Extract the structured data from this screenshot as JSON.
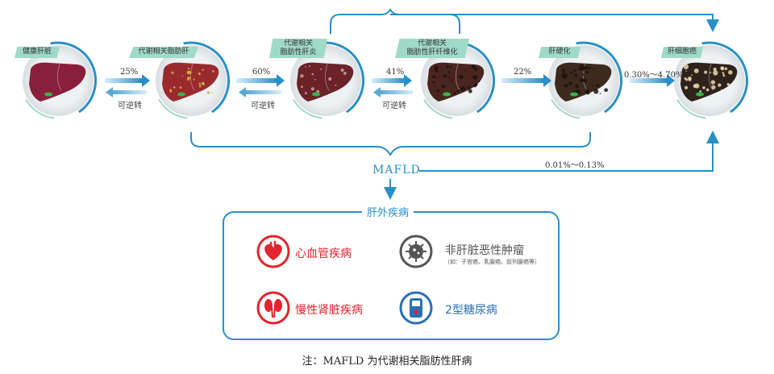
{
  "stages": [
    {
      "label": "健康肝脏"
    },
    {
      "label": "代谢相关脂肪肝"
    },
    {
      "label": "代谢相关\n脂肪性肝炎"
    },
    {
      "label": "代谢相关\n脂肪性肝纤维化"
    },
    {
      "label": "肝硬化"
    },
    {
      "label": "肝细胞癌"
    }
  ],
  "transitions": {
    "t1": "25%",
    "t2": "60%",
    "t3": "41%",
    "t4": "22%",
    "t5": "0.30%～4.70%",
    "mafld_to_hcc": "0.01%～0.13%",
    "reversible": "可逆转"
  },
  "mafld_label": "MAFLD",
  "extrahepatic": {
    "title": "肝外疾病",
    "items": [
      {
        "label": "心血管疾病",
        "icon": "heart-icon",
        "color": "#e0262e"
      },
      {
        "label": "非肝脏恶性肿瘤",
        "note": "（如：子宫癌、乳腺癌、前列腺癌等）",
        "icon": "tumor-cell-icon",
        "color": "#555555"
      },
      {
        "label": "慢性肾脏疾病",
        "icon": "kidney-icon",
        "color": "#e0262e"
      },
      {
        "label": "2型糖尿病",
        "icon": "glucose-meter-icon",
        "color": "#2a6fb6"
      }
    ]
  },
  "footnote": "注：MAFLD 为代谢相关脂肪性肝病",
  "colors": {
    "accent": "#2a8fc6",
    "tag": "#9fd9c8",
    "red": "#e0262e"
  }
}
